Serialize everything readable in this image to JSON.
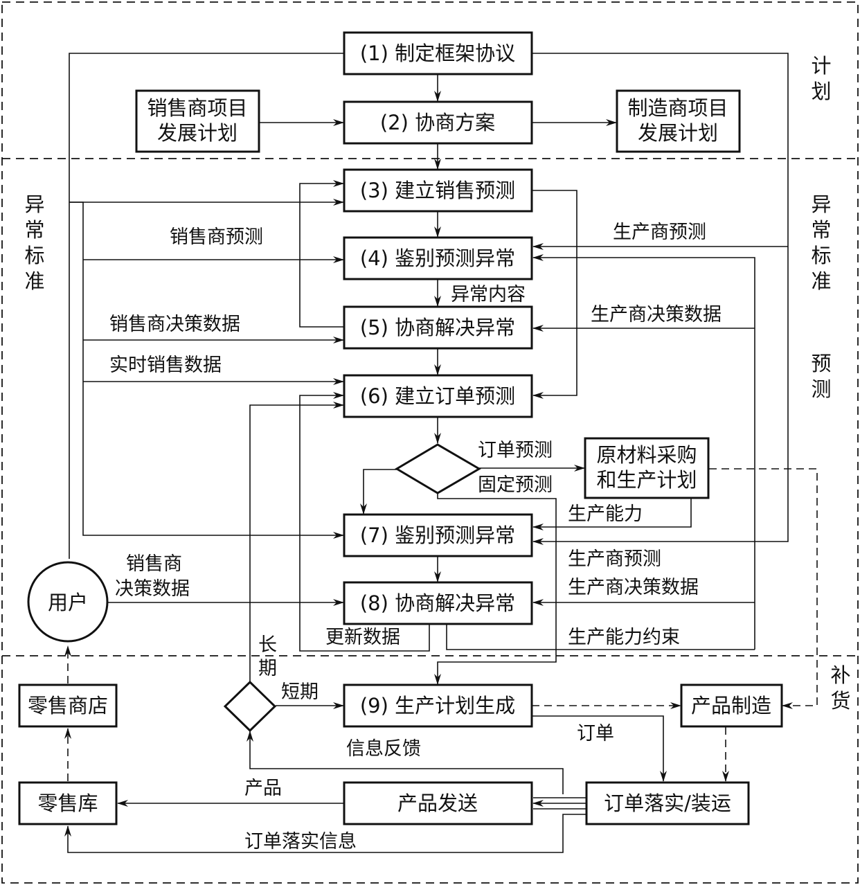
{
  "zones": {
    "plan": "计划",
    "forecast": "预测",
    "replenish": "补货",
    "exception_left": "异常标准",
    "exception_right": "异常标准"
  },
  "boxes": {
    "b1": "(1) 制定框架协议",
    "b2": "(2) 协商方案",
    "b3": "(3) 建立销售预测",
    "b4": "(4) 鉴别预测异常",
    "b5": "(5) 协商解决异常",
    "b6": "(6) 建立订单预测",
    "b7": "(7) 鉴别预测异常",
    "b8": "(8) 协商解决异常",
    "b9": "(9) 生产计划生成",
    "seller_plan": [
      "销售商项目",
      "发展计划"
    ],
    "maker_plan": [
      "制造商项目",
      "发展计划"
    ],
    "material": [
      "原材料采购",
      "和生产计划"
    ],
    "product_make": "产品制造",
    "order_ship": "订单落实/装运",
    "product_send": "产品发送",
    "retail_store": "零售商店",
    "retail_depot": "零售库",
    "user": "用户"
  },
  "labels": {
    "seller_forecast": "销售商预测",
    "seller_decision": "销售商决策数据",
    "realtime_sales": "实时销售数据",
    "maker_forecast_top": "生产商预测",
    "maker_decision_top": "生产商决策数据",
    "exception_content": "异常内容",
    "order_forecast": "订单预测",
    "fixed_forecast": "固定预测",
    "capacity": "生产能力",
    "maker_forecast_low": "生产商预测",
    "maker_decision_low": "生产商决策数据",
    "seller_decision_low_1": "销售商",
    "seller_decision_low_2": "决策数据",
    "update_data": "更新数据",
    "capacity_limit": "生产能力约束",
    "long_term_1": "长",
    "long_term_2": "期",
    "short_term": "短期",
    "info_feedback": "信息反馈",
    "order": "订单",
    "product": "产品",
    "order_info": "订单落实信息"
  }
}
